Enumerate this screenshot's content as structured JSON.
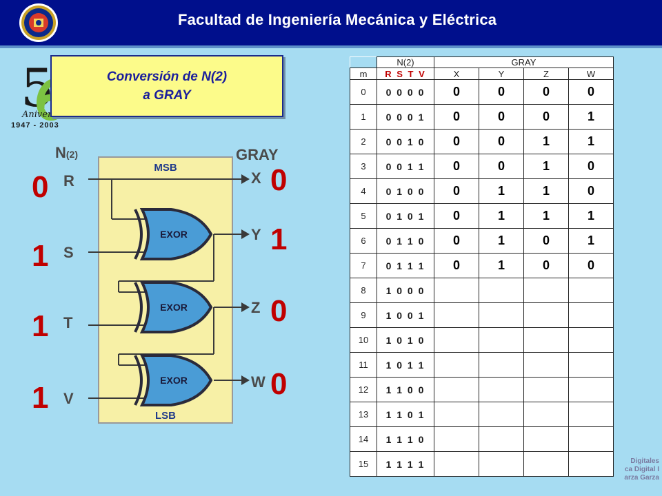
{
  "header": {
    "title": "Facultad de Ingeniería Mecánica y Eléctrica",
    "bg_color": "#000f8c"
  },
  "anniversary": {
    "years_label": "1947 - 2003"
  },
  "title_box": {
    "line1": "Conversión de N(2)",
    "line2": "a GRAY"
  },
  "circuit": {
    "input_label": "N",
    "input_subscript": "(2)",
    "output_label": "GRAY",
    "msb_label": "MSB",
    "lsb_label": "LSB",
    "gates": [
      "EXOR",
      "EXOR",
      "EXOR"
    ],
    "inputs": [
      {
        "name": "R",
        "value": "0"
      },
      {
        "name": "S",
        "value": "1"
      },
      {
        "name": "T",
        "value": "1"
      },
      {
        "name": "V",
        "value": "1"
      }
    ],
    "outputs": [
      {
        "name": "X",
        "value": "0"
      },
      {
        "name": "Y",
        "value": "1"
      },
      {
        "name": "Z",
        "value": "0"
      },
      {
        "name": "W",
        "value": "0"
      }
    ]
  },
  "table": {
    "group_n": "N(2)",
    "group_gray": "GRAY",
    "col_m": "m",
    "col_rstv": "R S T V",
    "gray_cols": [
      "X",
      "Y",
      "Z",
      "W"
    ],
    "rows": [
      {
        "m": "0",
        "bits": "0 0 0 0",
        "gray": [
          "0",
          "0",
          "0",
          "0"
        ]
      },
      {
        "m": "1",
        "bits": "0 0 0 1",
        "gray": [
          "0",
          "0",
          "0",
          "1"
        ]
      },
      {
        "m": "2",
        "bits": "0 0 1 0",
        "gray": [
          "0",
          "0",
          "1",
          "1"
        ]
      },
      {
        "m": "3",
        "bits": "0 0 1 1",
        "gray": [
          "0",
          "0",
          "1",
          "0"
        ]
      },
      {
        "m": "4",
        "bits": "0 1 0 0",
        "gray": [
          "0",
          "1",
          "1",
          "0"
        ]
      },
      {
        "m": "5",
        "bits": "0 1 0 1",
        "gray": [
          "0",
          "1",
          "1",
          "1"
        ]
      },
      {
        "m": "6",
        "bits": "0 1 1 0",
        "gray": [
          "0",
          "1",
          "0",
          "1"
        ]
      },
      {
        "m": "7",
        "bits": "0 1 1 1",
        "gray": [
          "0",
          "1",
          "0",
          "0"
        ]
      },
      {
        "m": "8",
        "bits": "1 0 0 0",
        "gray": []
      },
      {
        "m": "9",
        "bits": "1 0 0 1",
        "gray": []
      },
      {
        "m": "10",
        "bits": "1 0 1 0",
        "gray": []
      },
      {
        "m": "11",
        "bits": "1 0 1 1",
        "gray": []
      },
      {
        "m": "12",
        "bits": "1 1 0 0",
        "gray": []
      },
      {
        "m": "13",
        "bits": "1 1 0 1",
        "gray": []
      },
      {
        "m": "14",
        "bits": "1 1 1 0",
        "gray": []
      },
      {
        "m": "15",
        "bits": "1 1 1 1",
        "gray": []
      }
    ]
  },
  "watermark": {
    "line1": "Digitales",
    "line2": "ca Digital I",
    "line3": "arza Garza"
  }
}
